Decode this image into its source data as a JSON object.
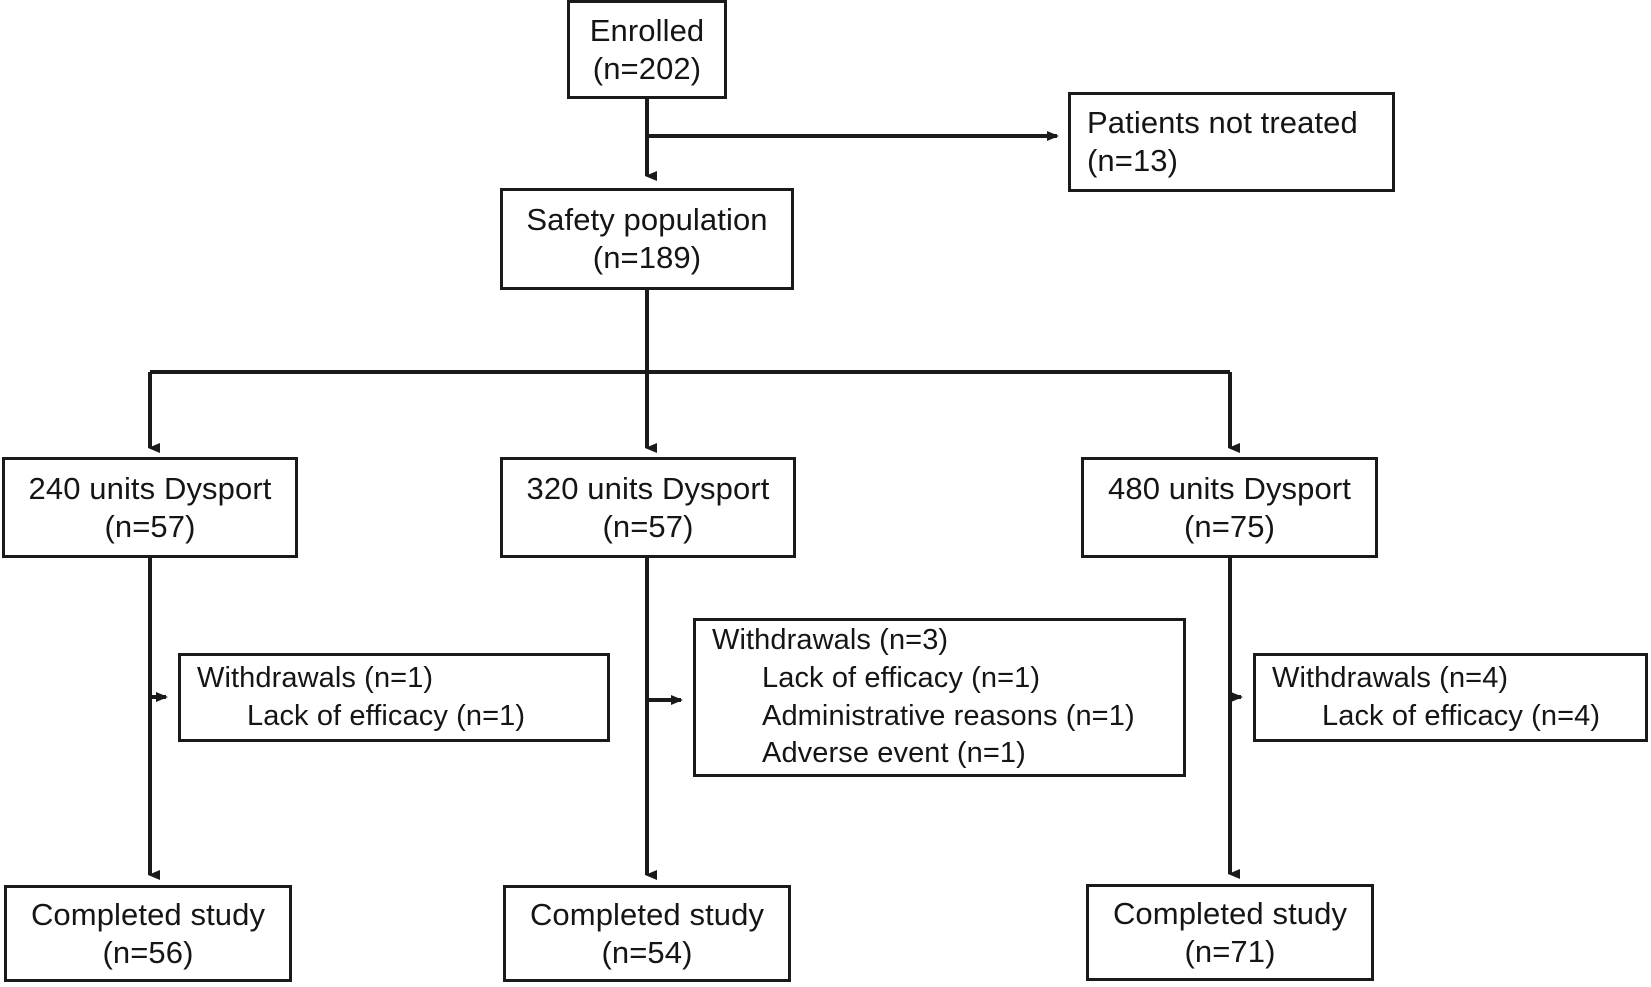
{
  "diagram": {
    "type": "flowchart",
    "title": "CONSORT patient disposition flow diagram",
    "stroke_color": "#1a1a1a",
    "text_color": "#151515",
    "background_color": "#ffffff"
  },
  "nodes": {
    "enrolled": {
      "line1": "Enrolled",
      "line2": "(n=202)"
    },
    "not_treated": {
      "line1": "Patients not treated",
      "line2": "(n=13)"
    },
    "safety": {
      "line1": "Safety population",
      "line2": "(n=189)"
    },
    "arm240": {
      "line1": "240 units Dysport",
      "line2": "(n=57)"
    },
    "arm320": {
      "line1": "320 units Dysport",
      "line2": "(n=57)"
    },
    "arm480": {
      "line1": "480 units Dysport",
      "line2": "(n=75)"
    },
    "withdrawals240": {
      "line1": "Withdrawals (n=1)",
      "line2": "Lack of efficacy (n=1)"
    },
    "withdrawals320": {
      "line1": "Withdrawals (n=3)",
      "line2": "Lack of efficacy (n=1)",
      "line3": "Administrative reasons (n=1)",
      "line4": "Adverse event (n=1)"
    },
    "withdrawals480": {
      "line1": "Withdrawals (n=4)",
      "line2": "Lack of efficacy (n=4)"
    },
    "completed240": {
      "line1": "Completed study",
      "line2": "(n=56)"
    },
    "completed320": {
      "line1": "Completed study",
      "line2": "(n=54)"
    },
    "completed480": {
      "line1": "Completed study",
      "line2": "(n=71)"
    }
  },
  "chart_data": {
    "type": "flow",
    "counts": {
      "enrolled": 202,
      "patients_not_treated": 13,
      "safety_population": 189,
      "arm_240_units": 57,
      "arm_320_units": 57,
      "arm_480_units": 75,
      "withdrawals_240": 1,
      "withdrawals_320": 3,
      "withdrawals_480": 4,
      "completed_240": 56,
      "completed_320": 54,
      "completed_480": 71
    }
  }
}
